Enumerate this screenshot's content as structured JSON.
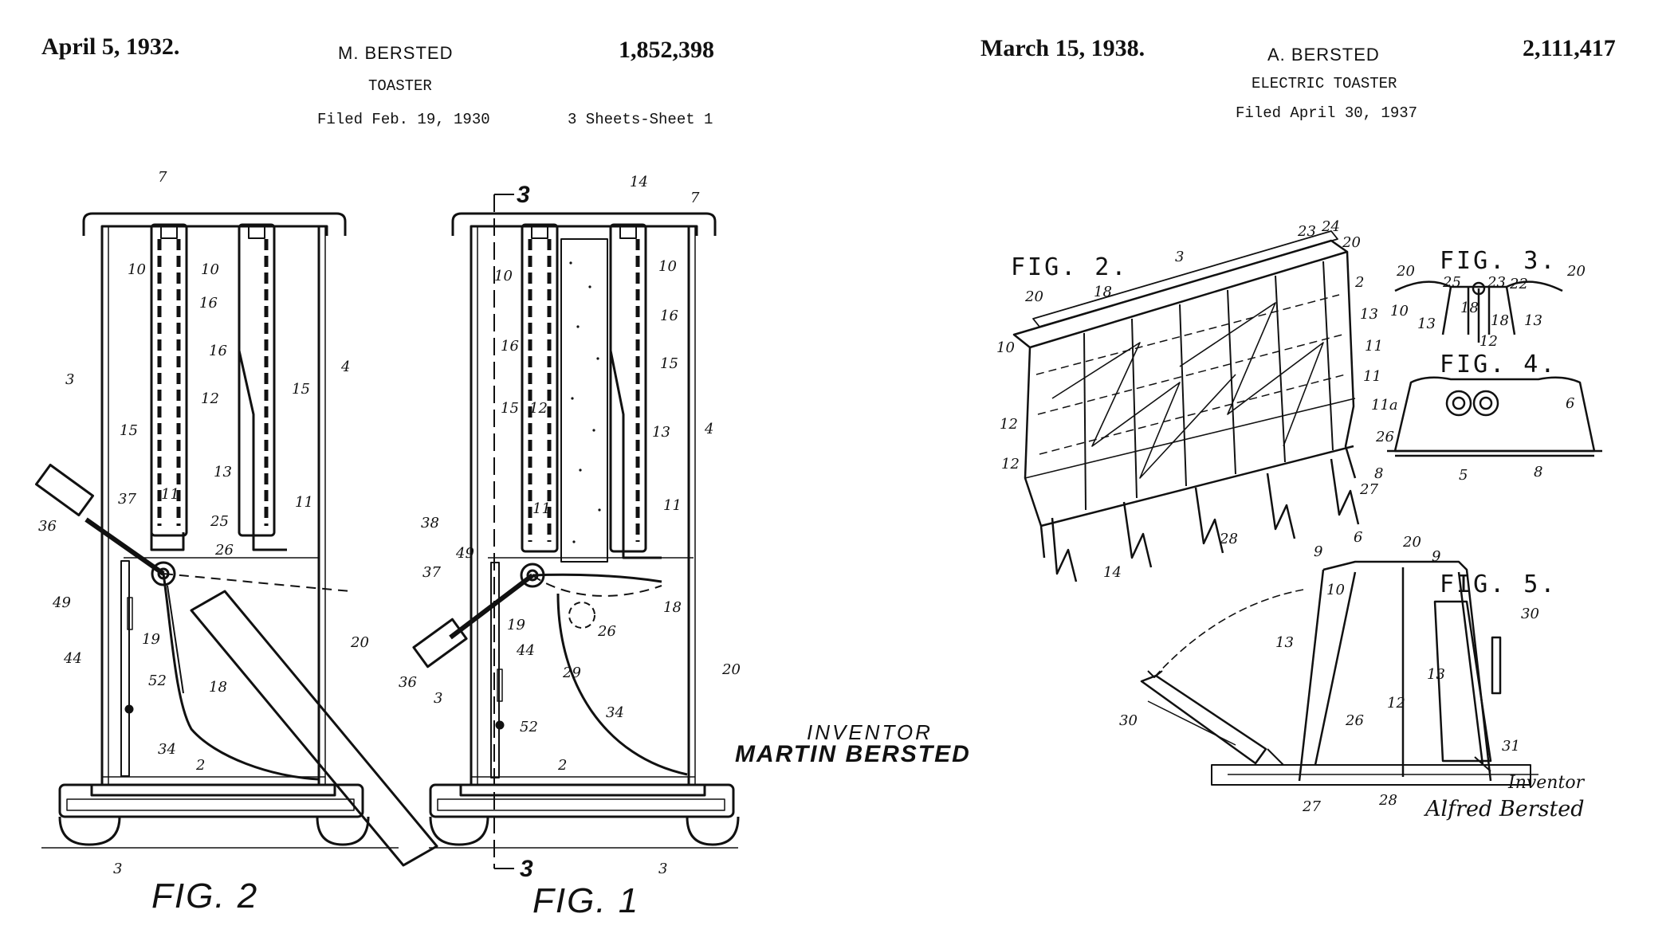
{
  "left_patent": {
    "date": "April 5, 1932.",
    "inventor_header": "M. BERSTED",
    "number": "1,852,398",
    "title": "TOASTER",
    "filed": "Filed Feb. 19, 1930",
    "sheets": "3 Sheets-Sheet 1",
    "fig2_label": "FIG. 2",
    "fig1_label": "FIG. 1",
    "section_marks": [
      "3",
      "3"
    ],
    "inventor_caption": "INVENTOR",
    "inventor_name": "MARTIN BERSTED",
    "fig2_refs": [
      "7",
      "10",
      "10",
      "16",
      "16",
      "3",
      "4",
      "12",
      "15",
      "15",
      "13",
      "11",
      "11",
      "37",
      "25",
      "26",
      "36",
      "49",
      "19",
      "44",
      "52",
      "18",
      "20",
      "34",
      "2",
      "3"
    ],
    "fig1_refs": [
      "14",
      "7",
      "10",
      "10",
      "16",
      "16",
      "15",
      "12",
      "15",
      "13",
      "4",
      "11",
      "11",
      "38",
      "49",
      "37",
      "18",
      "19",
      "26",
      "36",
      "44",
      "29",
      "3",
      "52",
      "34",
      "20",
      "2",
      "3"
    ]
  },
  "right_patent": {
    "date": "March 15, 1938.",
    "inventor_header": "A. BERSTED",
    "number": "2,111,417",
    "title": "ELECTRIC TOASTER",
    "filed": "Filed April 30, 1937",
    "fig2_label": "FIG. 2.",
    "fig3_label": "FIG. 3.",
    "fig4_label": "FIG. 4.",
    "fig5_label": "FIG. 5.",
    "inventor_caption": "Inventor",
    "inventor_name": "Alfred Bersted",
    "fig2_refs": [
      "23",
      "24",
      "20",
      "3",
      "2",
      "20",
      "18",
      "13",
      "10",
      "11",
      "12",
      "11",
      "11a",
      "12",
      "26",
      "27",
      "28",
      "14"
    ],
    "fig3_refs": [
      "20",
      "25",
      "23",
      "22",
      "20",
      "10",
      "13",
      "18",
      "18",
      "13",
      "12"
    ],
    "fig4_refs": [
      "6",
      "8",
      "5",
      "8"
    ],
    "fig5_refs": [
      "6",
      "20",
      "9",
      "9",
      "10",
      "13",
      "30",
      "13",
      "12",
      "30",
      "26",
      "31",
      "27",
      "28"
    ]
  }
}
